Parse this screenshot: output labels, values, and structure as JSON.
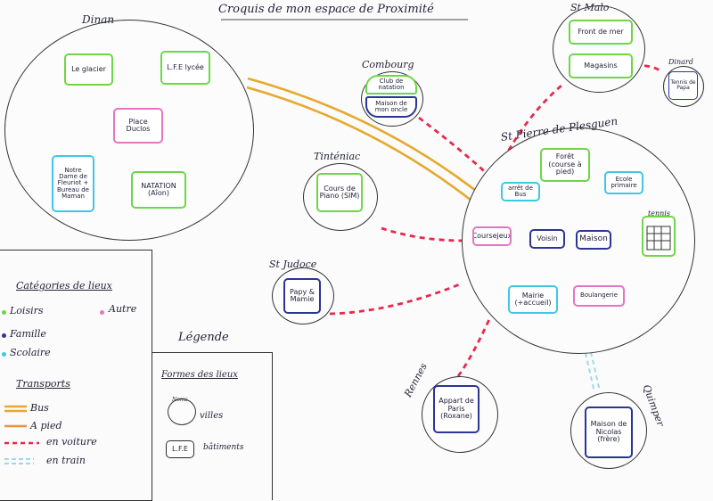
{
  "title": "Croquis de mon espace de Proximité",
  "colors": {
    "loisirs": "#6fd647",
    "famille": "#2a3595",
    "scolaire": "#3fc8e6",
    "autre": "#e575c2",
    "bus": "#e6a92e",
    "pied": "#f0923a",
    "voiture": "#e8294e",
    "train": "#9fd9e4"
  },
  "places": {
    "dinan": {
      "name": "Dinan",
      "boxes": {
        "glacier": "Le glacier",
        "lfe": "L.F.E lycée",
        "place_duclos": "Place Duclos",
        "notre_dame": "Notre Dame de Fleuriot + Bureau de Maman",
        "natation": "NATATION (Aîon)"
      }
    },
    "combourg": {
      "name": "Combourg",
      "top": "Club de natation",
      "bottom": "Maison de mon oncle"
    },
    "tinteniac": {
      "name": "Tinténiac",
      "box": "Cours de Piano (SIM)"
    },
    "st_judoce": {
      "name": "St Judoce",
      "box": "Papy & Mamie"
    },
    "st_malo": {
      "name": "St Malo",
      "front_de_mer": "Front de mer",
      "magasins": "Magasins"
    },
    "dinard": {
      "name": "Dinard",
      "box": "Tennis de Papa"
    },
    "st_pierre": {
      "name": "St Pierre de Plesguen",
      "boxes": {
        "foret": "Forêt (course à pied)",
        "arret_bus": "arrêt de Bus",
        "ecole": "Ecole primaire",
        "tennis": "tennis",
        "coursejeux": "Coursejeux",
        "voisin": "Voisin",
        "maison": "Maison",
        "maraie": "Mairie (+accueil)",
        "boulangerie": "Boulangerie"
      }
    },
    "rennes": {
      "name": "Rennes",
      "box": "Appart de Paris (Roxane)"
    },
    "quimper": {
      "name": "Quimper",
      "box": "Maison de Nicolas (frère)"
    }
  },
  "legend": {
    "title": "Légende",
    "categories_title": "Catégories de lieux",
    "categories": [
      {
        "label": "Loisirs",
        "key": "loisirs"
      },
      {
        "label": "Famille",
        "key": "famille"
      },
      {
        "label": "Scolaire",
        "key": "scolaire"
      },
      {
        "label": "Autre",
        "key": "autre"
      }
    ],
    "transports_title": "Transports",
    "transports": [
      {
        "label": "Bus",
        "key": "bus"
      },
      {
        "label": "A pied",
        "key": "pied"
      },
      {
        "label": "en voiture",
        "key": "voiture"
      },
      {
        "label": "en train",
        "key": "train"
      }
    ],
    "formes_title": "Formes des lieux",
    "formes": [
      {
        "symbol": "Noms",
        "label": "villes"
      },
      {
        "symbol": "L.F.E",
        "label": "bâtiments"
      }
    ]
  }
}
